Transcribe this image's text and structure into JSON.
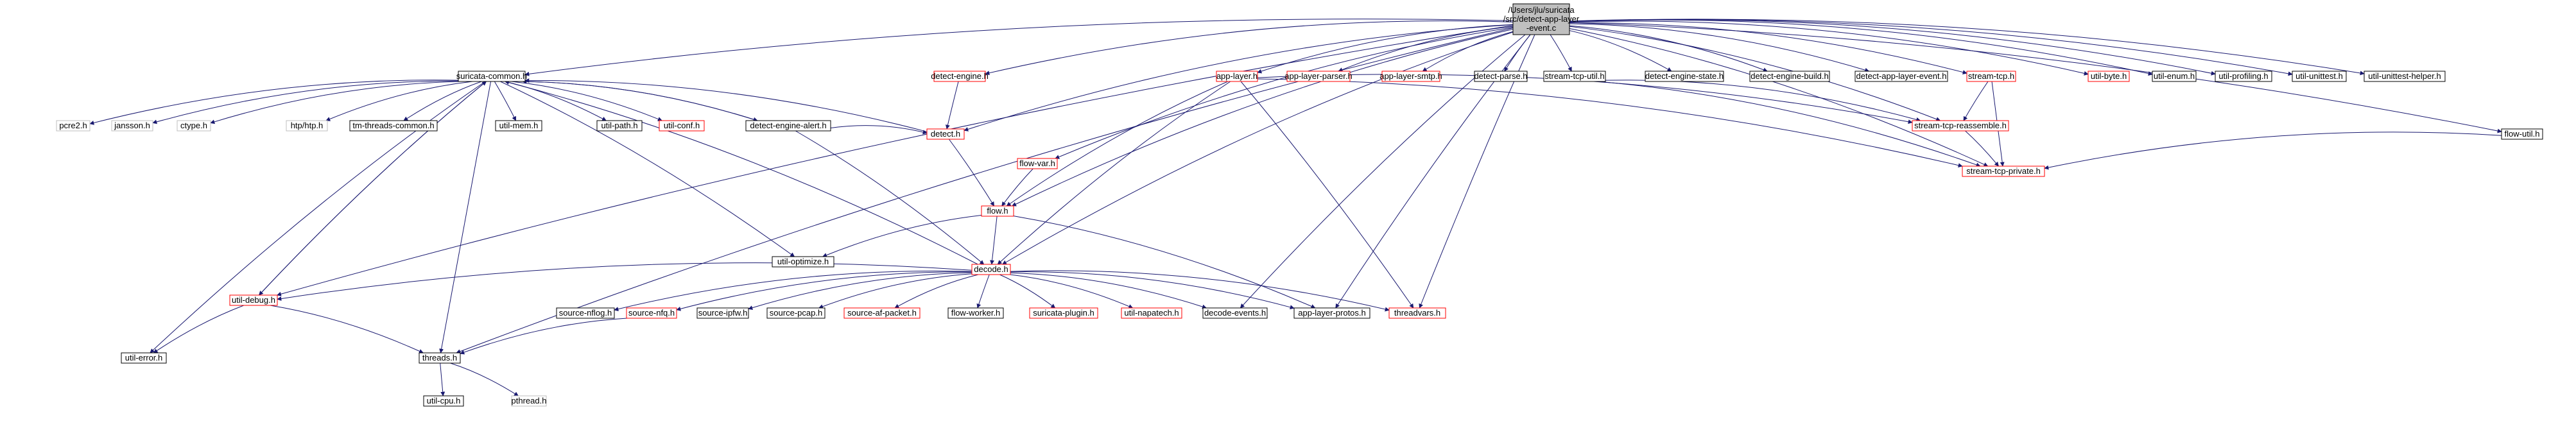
{
  "palette": {
    "edge": "#191970",
    "edge_red": "#8b1a1a",
    "box_black": "#000000",
    "box_red": "#ff0000",
    "box_gray": "#bfbfbf",
    "root_fill": "#bfbfbf",
    "text": "#000000"
  },
  "nodes": [
    {
      "id": "root",
      "label": "/Users/jlu/suricata\n/src/detect-app-layer\n-event.c",
      "style": "root"
    },
    {
      "id": "suricata_common",
      "label": "suricata-common.h",
      "style": "black"
    },
    {
      "id": "detect_engine",
      "label": "detect-engine.h",
      "style": "red"
    },
    {
      "id": "app_layer",
      "label": "app-layer.h",
      "style": "red"
    },
    {
      "id": "app_layer_parser",
      "label": "app-layer-parser.h",
      "style": "red"
    },
    {
      "id": "app_layer_smtp",
      "label": "app-layer-smtp.h",
      "style": "red"
    },
    {
      "id": "detect_parse",
      "label": "detect-parse.h",
      "style": "black"
    },
    {
      "id": "stream_tcp_util",
      "label": "stream-tcp-util.h",
      "style": "black"
    },
    {
      "id": "detect_engine_state",
      "label": "detect-engine-state.h",
      "style": "black"
    },
    {
      "id": "detect_engine_build",
      "label": "detect-engine-build.h",
      "style": "black"
    },
    {
      "id": "detect_app_layer_event",
      "label": "detect-app-layer-event.h",
      "style": "black"
    },
    {
      "id": "stream_tcp",
      "label": "stream-tcp.h",
      "style": "red"
    },
    {
      "id": "util_byte",
      "label": "util-byte.h",
      "style": "red"
    },
    {
      "id": "util_enum",
      "label": "util-enum.h",
      "style": "black"
    },
    {
      "id": "util_profiling",
      "label": "util-profiling.h",
      "style": "black"
    },
    {
      "id": "util_unittest",
      "label": "util-unittest.h",
      "style": "black"
    },
    {
      "id": "util_unittest_helper",
      "label": "util-unittest-helper.h",
      "style": "black"
    },
    {
      "id": "flow_util",
      "label": "flow-util.h",
      "style": "black"
    },
    {
      "id": "pcre2",
      "label": "pcre2.h",
      "style": "gray"
    },
    {
      "id": "jansson",
      "label": "jansson.h",
      "style": "gray"
    },
    {
      "id": "ctype",
      "label": "ctype.h",
      "style": "gray"
    },
    {
      "id": "htp",
      "label": "htp/htp.h",
      "style": "gray"
    },
    {
      "id": "tm_threads_common",
      "label": "tm-threads-common.h",
      "style": "black"
    },
    {
      "id": "util_mem",
      "label": "util-mem.h",
      "style": "black"
    },
    {
      "id": "util_path",
      "label": "util-path.h",
      "style": "black"
    },
    {
      "id": "util_conf",
      "label": "util-conf.h",
      "style": "red"
    },
    {
      "id": "detect_engine_alert",
      "label": "detect-engine-alert.h",
      "style": "black"
    },
    {
      "id": "detect_h",
      "label": "detect.h",
      "style": "red"
    },
    {
      "id": "flow_var",
      "label": "flow-var.h",
      "style": "red"
    },
    {
      "id": "stream_tcp_reassemble",
      "label": "stream-tcp-reassemble.h",
      "style": "red"
    },
    {
      "id": "stream_tcp_private",
      "label": "stream-tcp-private.h",
      "style": "red"
    },
    {
      "id": "flow_h",
      "label": "flow.h",
      "style": "red"
    },
    {
      "id": "util_optimize",
      "label": "util-optimize.h",
      "style": "black"
    },
    {
      "id": "decode_h",
      "label": "decode.h",
      "style": "red"
    },
    {
      "id": "util_debug",
      "label": "util-debug.h",
      "style": "red"
    },
    {
      "id": "source_nflog",
      "label": "source-nflog.h",
      "style": "black"
    },
    {
      "id": "source_nfq",
      "label": "source-nfq.h",
      "style": "red"
    },
    {
      "id": "source_ipfw",
      "label": "source-ipfw.h",
      "style": "black"
    },
    {
      "id": "source_pcap",
      "label": "source-pcap.h",
      "style": "black"
    },
    {
      "id": "source_af_packet",
      "label": "source-af-packet.h",
      "style": "red"
    },
    {
      "id": "flow_worker",
      "label": "flow-worker.h",
      "style": "black"
    },
    {
      "id": "suricata_plugin",
      "label": "suricata-plugin.h",
      "style": "red"
    },
    {
      "id": "util_napatech",
      "label": "util-napatech.h",
      "style": "red"
    },
    {
      "id": "decode_events",
      "label": "decode-events.h",
      "style": "black"
    },
    {
      "id": "app_layer_protos",
      "label": "app-layer-protos.h",
      "style": "black"
    },
    {
      "id": "threadvars",
      "label": "threadvars.h",
      "style": "red"
    },
    {
      "id": "util_error",
      "label": "util-error.h",
      "style": "black"
    },
    {
      "id": "threads_h",
      "label": "threads.h",
      "style": "black"
    },
    {
      "id": "util_cpu",
      "label": "util-cpu.h",
      "style": "black"
    },
    {
      "id": "pthread",
      "label": "pthread.h",
      "style": "gray"
    }
  ],
  "edges": [
    [
      "root",
      "suricata_common"
    ],
    [
      "root",
      "detect_engine"
    ],
    [
      "root",
      "app_layer"
    ],
    [
      "root",
      "app_layer_parser"
    ],
    [
      "root",
      "app_layer_smtp"
    ],
    [
      "root",
      "detect_parse"
    ],
    [
      "root",
      "stream_tcp_util"
    ],
    [
      "root",
      "detect_engine_state"
    ],
    [
      "root",
      "detect_engine_build"
    ],
    [
      "root",
      "detect_app_layer_event"
    ],
    [
      "root",
      "stream_tcp"
    ],
    [
      "root",
      "util_byte"
    ],
    [
      "root",
      "util_enum"
    ],
    [
      "root",
      "util_profiling"
    ],
    [
      "root",
      "util_unittest"
    ],
    [
      "root",
      "util_unittest_helper"
    ],
    [
      "root",
      "flow_util"
    ],
    [
      "root",
      "util_debug"
    ],
    [
      "root",
      "threads_h"
    ],
    [
      "root",
      "detect_h"
    ],
    [
      "root",
      "flow_var"
    ],
    [
      "root",
      "flow_h"
    ],
    [
      "root",
      "decode_h"
    ],
    [
      "root",
      "decode_events"
    ],
    [
      "root",
      "app_layer_protos"
    ],
    [
      "root",
      "threadvars"
    ],
    [
      "root",
      "stream_tcp_reassemble"
    ],
    [
      "root",
      "stream_tcp_private"
    ],
    [
      "suricata_common",
      "pcre2"
    ],
    [
      "suricata_common",
      "jansson"
    ],
    [
      "suricata_common",
      "ctype"
    ],
    [
      "suricata_common",
      "htp"
    ],
    [
      "suricata_common",
      "tm_threads_common"
    ],
    [
      "suricata_common",
      "util_mem"
    ],
    [
      "suricata_common",
      "util_path"
    ],
    [
      "suricata_common",
      "util_conf"
    ],
    [
      "suricata_common",
      "detect_engine_alert"
    ],
    [
      "suricata_common",
      "util_debug"
    ],
    [
      "suricata_common",
      "util_error"
    ],
    [
      "suricata_common",
      "threads_h"
    ],
    [
      "suricata_common",
      "util_optimize"
    ],
    [
      "detect_engine",
      "detect_h"
    ],
    [
      "detect_engine_alert",
      "detect_h"
    ],
    [
      "detect_engine_alert",
      "decode_h"
    ],
    [
      "detect_engine_alert",
      "suricata_common"
    ],
    [
      "detect_h",
      "suricata_common"
    ],
    [
      "detect_h",
      "flow_h"
    ],
    [
      "flow_var",
      "flow_h"
    ],
    [
      "app_layer",
      "flow_h"
    ],
    [
      "app_layer",
      "decode_h"
    ],
    [
      "app_layer",
      "threadvars"
    ],
    [
      "app_layer",
      "stream_tcp_reassemble"
    ],
    [
      "app_layer",
      "stream_tcp_private"
    ],
    [
      "stream_tcp_util",
      "stream_tcp_reassemble"
    ],
    [
      "stream_tcp_util",
      "stream_tcp_private"
    ],
    [
      "stream_tcp",
      "stream_tcp_reassemble"
    ],
    [
      "stream_tcp",
      "stream_tcp_private"
    ],
    [
      "stream_tcp_reassemble",
      "stream_tcp_private"
    ],
    [
      "flow_util",
      "stream_tcp_private"
    ],
    [
      "flow_h",
      "util_optimize"
    ],
    [
      "flow_h",
      "decode_h"
    ],
    [
      "flow_h",
      "app_layer_protos"
    ],
    [
      "decode_h",
      "suricata_common"
    ],
    [
      "decode_h",
      "util_debug"
    ],
    [
      "decode_h",
      "source_nflog"
    ],
    [
      "decode_h",
      "source_nfq"
    ],
    [
      "decode_h",
      "source_ipfw"
    ],
    [
      "decode_h",
      "source_pcap"
    ],
    [
      "decode_h",
      "source_af_packet"
    ],
    [
      "decode_h",
      "flow_worker"
    ],
    [
      "decode_h",
      "suricata_plugin"
    ],
    [
      "decode_h",
      "util_napatech"
    ],
    [
      "decode_h",
      "decode_events"
    ],
    [
      "decode_h",
      "app_layer_protos"
    ],
    [
      "decode_h",
      "threadvars"
    ],
    [
      "source_nfq",
      "threads_h"
    ],
    [
      "util_debug",
      "util_error"
    ],
    [
      "util_debug",
      "threads_h"
    ],
    [
      "util_debug",
      "suricata_common"
    ],
    [
      "threads_h",
      "util_cpu"
    ],
    [
      "threads_h",
      "pthread"
    ]
  ]
}
